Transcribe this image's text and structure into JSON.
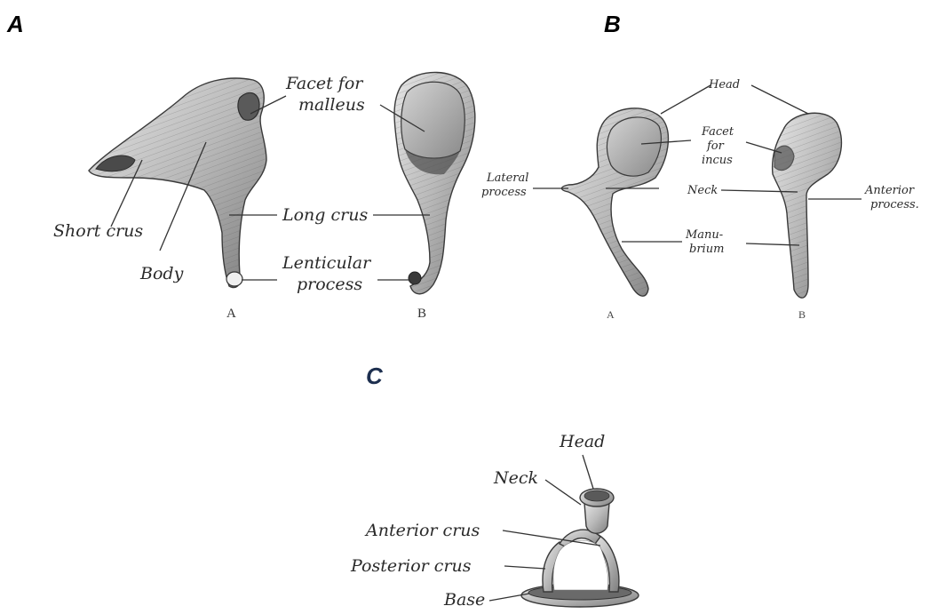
{
  "panels": {
    "A": {
      "letter": "A",
      "sub_letters": [
        "A",
        "B"
      ],
      "labels": {
        "facet_for_malleus_1": "Facet for",
        "facet_for_malleus_2": "malleus",
        "short_crus": "Short crus",
        "body": "Body",
        "long_crus": "Long crus",
        "lenticular_process_1": "Lenticular",
        "lenticular_process_2": "process"
      }
    },
    "B": {
      "letter": "B",
      "sub_letters": [
        "A",
        "B"
      ],
      "labels": {
        "head": "Head",
        "facet_for_incus_1": "Facet",
        "facet_for_incus_2": "for",
        "facet_for_incus_3": "incus",
        "lateral_process_1": "Lateral",
        "lateral_process_2": "process",
        "neck": "Neck",
        "anterior_process_1": "Anterior",
        "anterior_process_2": "process.",
        "manubrium_1": "Manu-",
        "manubrium_2": "brium"
      }
    },
    "C": {
      "letter": "C",
      "labels": {
        "head": "Head",
        "neck": "Neck",
        "anterior_crus": "Anterior crus",
        "posterior_crus": "Posterior crus",
        "base": "Base"
      }
    }
  },
  "colors": {
    "panel_A_letter": "#000000",
    "panel_B_letter": "#000000",
    "panel_C_letter": "#1d2f4f"
  }
}
